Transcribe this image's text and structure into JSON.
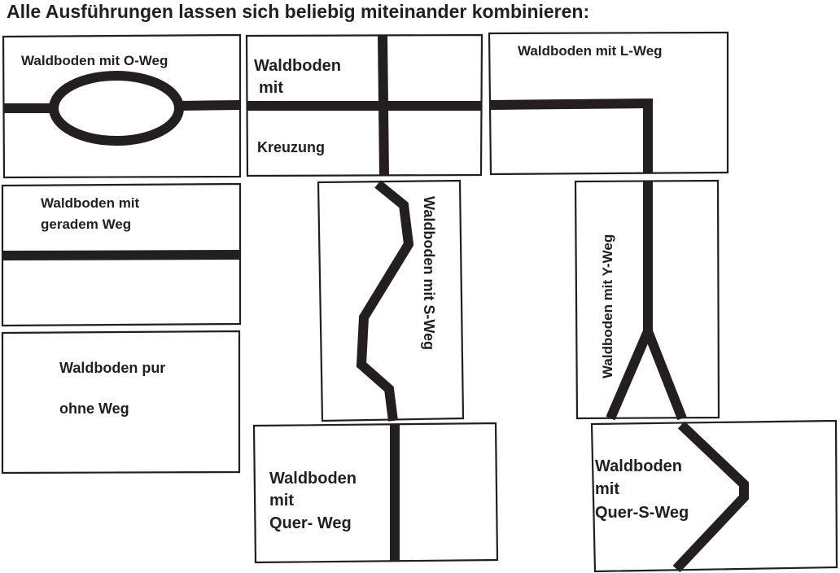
{
  "heading": "Alle Ausführungen lassen sich beliebig miteinander kombinieren:",
  "colors": {
    "ink": "#231f20",
    "background": "#ffffff"
  },
  "tiles": {
    "o_weg": {
      "label": "Waldboden mit O-Weg"
    },
    "kreuzung": {
      "line1": "Waldboden",
      "line2": "mit",
      "line3": "Kreuzung"
    },
    "l_weg": {
      "label": "Waldboden mit L-Weg"
    },
    "gerade": {
      "line1": "Waldboden mit",
      "line2": "geradem Weg"
    },
    "s_weg": {
      "label": "Waldboden mit S-Weg"
    },
    "y_weg": {
      "label": "Waldboden mit Y-Weg"
    },
    "pur": {
      "line1": "Waldboden pur",
      "line2": "ohne Weg"
    },
    "quer_weg": {
      "line1": "Waldboden",
      "line2": "mit",
      "line3": "Quer- Weg"
    },
    "quer_s_weg": {
      "line1": "Waldboden",
      "line2": "mit",
      "line3": "Quer-S-Weg"
    }
  }
}
